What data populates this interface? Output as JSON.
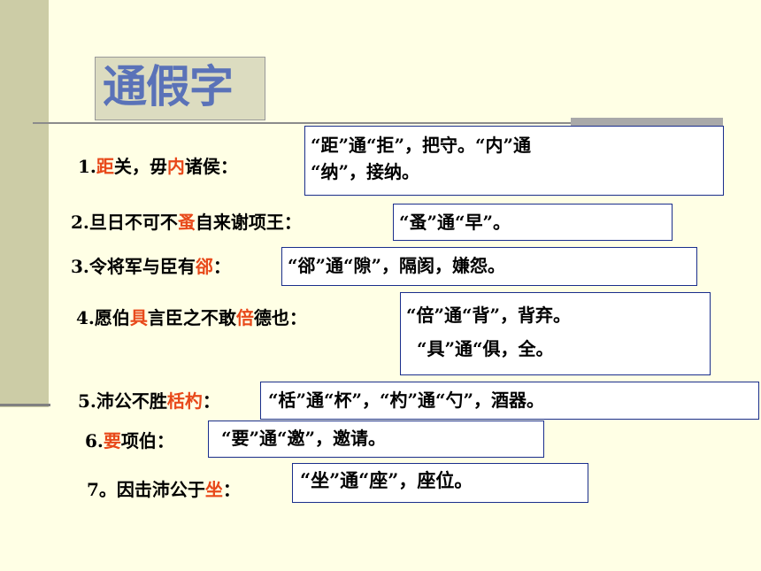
{
  "title": "通假字",
  "items": [
    {
      "num": "1.",
      "parts": [
        {
          "text": "距",
          "red": true
        },
        {
          "text": "关，毋",
          "red": false
        },
        {
          "text": "内",
          "red": true
        },
        {
          "text": "诸侯：",
          "red": false
        }
      ],
      "answer_lines": [
        "“距”通“拒”，把守。“内”通",
        "“纳”，接纳。"
      ]
    },
    {
      "num": "2.",
      "parts": [
        {
          "text": "旦日不可不",
          "red": false
        },
        {
          "text": "蚤",
          "red": true
        },
        {
          "text": "自来谢项王：",
          "red": false
        }
      ],
      "answer_lines": [
        "“蚤”通“早”。"
      ]
    },
    {
      "num": "3.",
      "parts": [
        {
          "text": "令将军与臣有",
          "red": false
        },
        {
          "text": "郤",
          "red": true
        },
        {
          "text": "：",
          "red": false
        }
      ],
      "answer_lines": [
        "“郤”通“隙”，隔阂，嫌怨。"
      ]
    },
    {
      "num": "4.",
      "parts": [
        {
          "text": "愿伯",
          "red": false
        },
        {
          "text": "具",
          "red": true
        },
        {
          "text": "言臣之不敢",
          "red": false
        },
        {
          "text": "倍",
          "red": true
        },
        {
          "text": "德也：",
          "red": false
        }
      ],
      "answer_lines": [
        "“倍”通“背”，背弃。",
        "“具”通“俱，全。"
      ]
    },
    {
      "num": "5.",
      "parts": [
        {
          "text": "沛公不胜",
          "red": false
        },
        {
          "text": "栝杓",
          "red": true
        },
        {
          "text": "：",
          "red": false
        }
      ],
      "answer_lines": [
        "“栝”通“杯”，“杓”通“勺”，酒器。"
      ]
    },
    {
      "num": "6.",
      "parts": [
        {
          "text": "要",
          "red": true
        },
        {
          "text": "项伯：",
          "red": false
        }
      ],
      "answer_lines": [
        "“要”通“邀”，邀请。"
      ]
    },
    {
      "num": "7。",
      "parts": [
        {
          "text": "因击沛公于",
          "red": false
        },
        {
          "text": "坐",
          "red": true
        },
        {
          "text": "：",
          "red": false
        }
      ],
      "answer_lines": [
        "“坐”通“座”，座位。"
      ]
    }
  ]
}
